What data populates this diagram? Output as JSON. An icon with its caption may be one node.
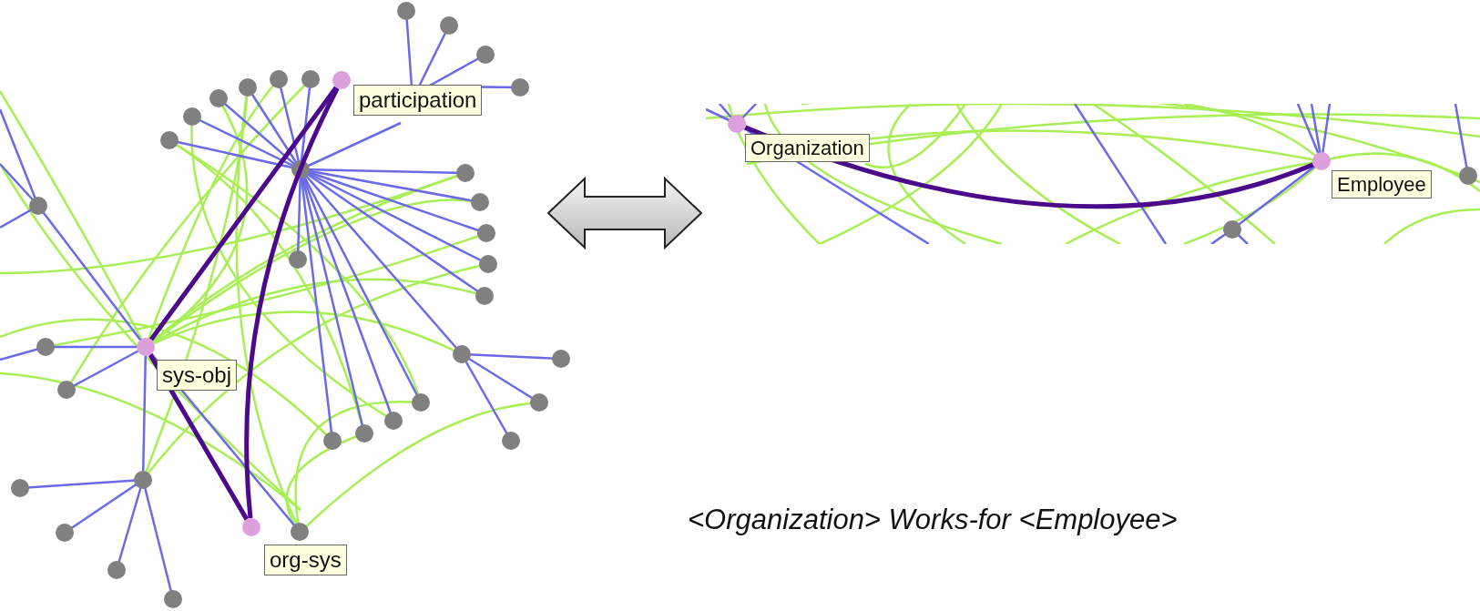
{
  "diagram": {
    "nodes": [
      {
        "text": [
          "participation"
        ]
      },
      {
        "text": [
          "sys-obj"
        ]
      },
      {
        "text": [
          "org-sys"
        ]
      },
      {
        "text": [
          "Organization"
        ]
      },
      {
        "text": [
          "Employee"
        ]
      }
    ],
    "edges": [
      {
        "from": 0,
        "to": 1,
        "arrow": "none"
      },
      {
        "from": 0,
        "to": 2,
        "arrow": "none"
      },
      {
        "from": 1,
        "to": 2,
        "arrow": "none"
      },
      {
        "from": 3,
        "to": 4,
        "arrow": "none"
      }
    ],
    "labels": [
      "<Organization> Works-for <Employee>"
    ]
  }
}
